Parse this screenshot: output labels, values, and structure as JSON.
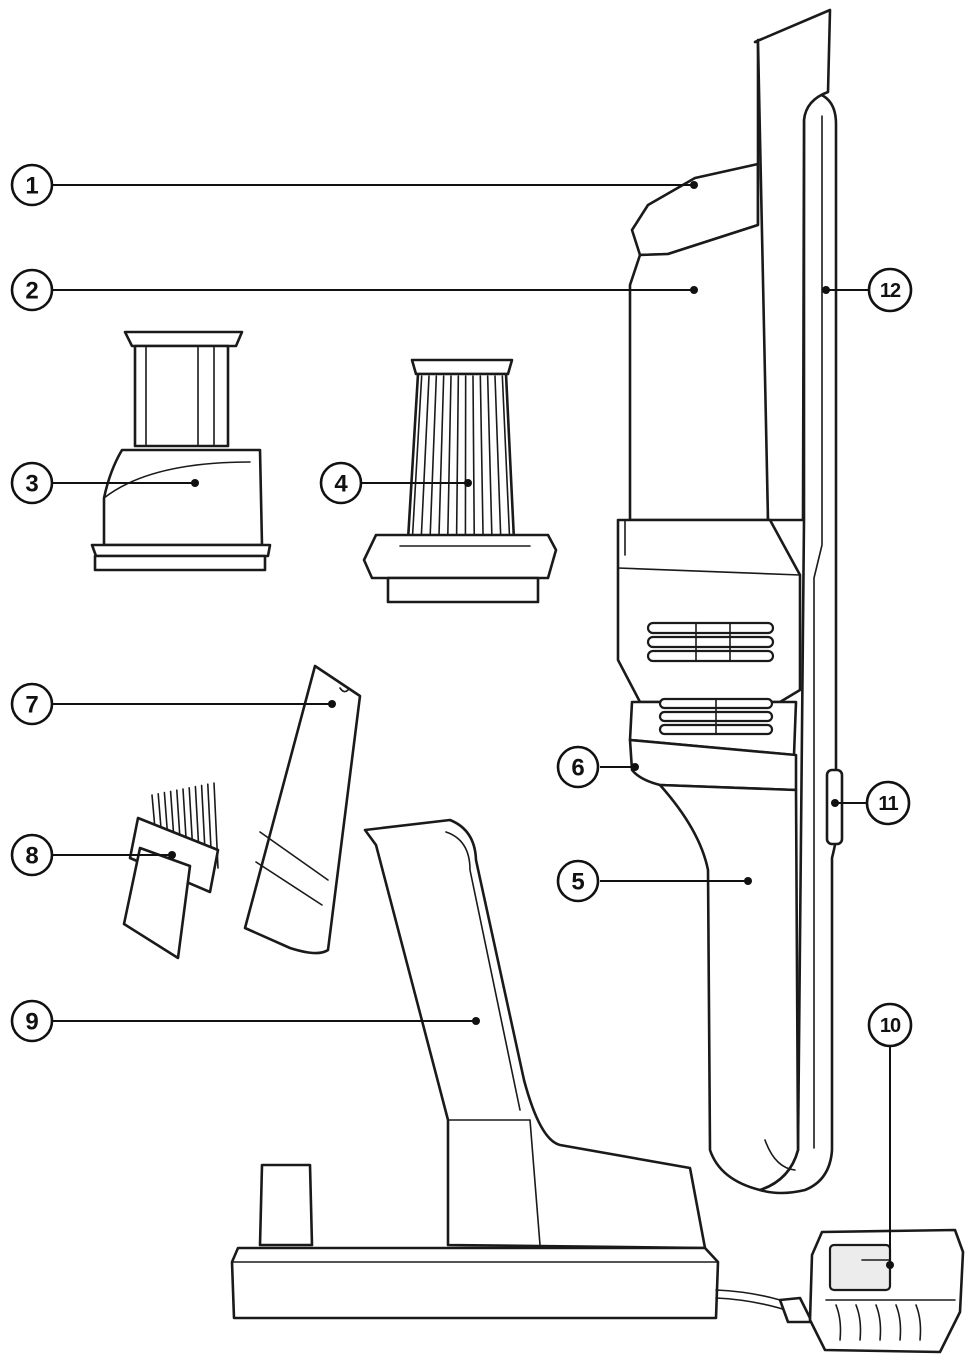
{
  "callouts": [
    {
      "id": "c1",
      "label": "1"
    },
    {
      "id": "c2",
      "label": "2"
    },
    {
      "id": "c3",
      "label": "3"
    },
    {
      "id": "c4",
      "label": "4"
    },
    {
      "id": "c5",
      "label": "5"
    },
    {
      "id": "c6",
      "label": "6"
    },
    {
      "id": "c7",
      "label": "7"
    },
    {
      "id": "c8",
      "label": "8"
    },
    {
      "id": "c9",
      "label": "9"
    },
    {
      "id": "c10",
      "label": "10"
    },
    {
      "id": "c11",
      "label": "11"
    },
    {
      "id": "c12",
      "label": "12"
    }
  ],
  "colors": {
    "line": "#1a1a1a",
    "fill": "#ffffff",
    "shade": "#ececec"
  }
}
